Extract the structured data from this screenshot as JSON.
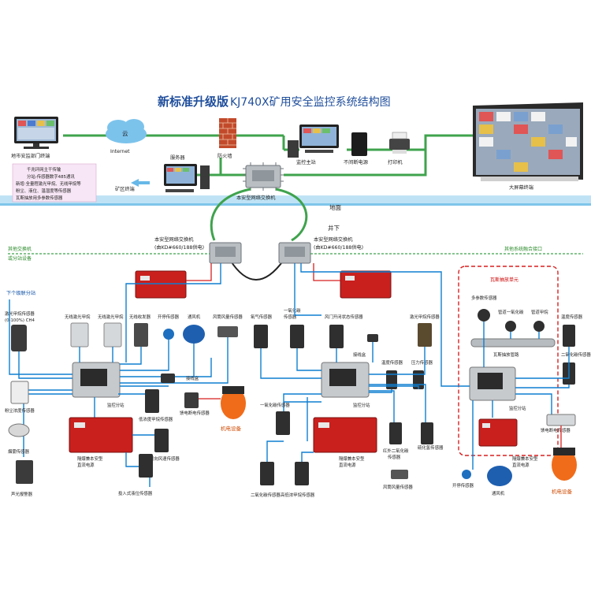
{
  "title": {
    "main": "新标准升级版",
    "sub": "KJ740X矿用安全监控系统结构图"
  },
  "surface": {
    "city_terminal": "地市安监部门终端",
    "internet_cloud": "云",
    "internet": "Internet",
    "firewall": "防火墙",
    "server": "服务器",
    "master_station": "监控主站",
    "ups": "不间断电源",
    "printer": "打印机",
    "big_screen": "大屏幕终端",
    "mine_terminal": "矿区终端",
    "switch_top": "本安型网络交换机",
    "ground": "地面",
    "underground": "井下",
    "note_lines": [
      "千兆环网主干传输",
      "分站-传感器数字485通讯",
      "新增:全量程激光甲烷、无线甲烷等",
      "粉尘、液位、温湿度等传感器",
      "瓦斯抽放用多参数传感器"
    ]
  },
  "underground": {
    "switch_left": [
      "本安型网络交换机",
      "(由KD#660/188供电)"
    ],
    "switch_right": [
      "本安型网络交换机",
      "(由KD#660/188供电)"
    ],
    "other_switch": [
      "其他交换机",
      "或分站设备"
    ],
    "other_system": "其他系统融合接口",
    "cascade": "下个级联分站",
    "gas_unit": "瓦斯抽放单元",
    "left_group": {
      "laser_ch4": [
        "激光甲烷传感器",
        "(0-100%) CH4"
      ],
      "wireless_1": "无线激光甲烷",
      "wireless_2": "无线激光甲烷",
      "wireless_tx": "无线收发器",
      "switch_sensor": "开停传感器",
      "fan": "通风机",
      "wind_sensor": "风筒风量传感器",
      "dust": "粉尘浓度传感器",
      "smoke": "烟雾传感器",
      "alarm": "声光报警器",
      "sub_station": "监控分站",
      "low_ch4": "低浓度甲烷传感器",
      "junction": "接线盒",
      "feed_sensor": "馈电断电传感器",
      "mech_equipment": "机电设备",
      "wind_dir": "双向风速传感器",
      "level": "投入式液位传感器",
      "power_supply": [
        "隔爆兼本安型",
        "直流电源"
      ]
    },
    "middle_group": {
      "oxygen": "氧气传感器",
      "co": [
        "一氧化碳",
        "传感器"
      ],
      "door_state": "风门开闭状态传感器",
      "laser_ch4": "激光甲烷传感器",
      "junction": "接线盒",
      "temp": "温度传感器",
      "pressure": "压力传感器",
      "co2": "一氧化碳传感器",
      "sub_station": "监控分站",
      "power_supply": [
        "隔爆兼本安型",
        "直流电源"
      ],
      "ir_co2": [
        "红外二氧化碳",
        "传感器"
      ],
      "h2s": "硫化氢传感器",
      "co2_sensor": "二氧化碳传感器",
      "high_ch4": "高低浓甲烷传感器",
      "wind_sensor": "风筒风量传感器"
    },
    "right_group": {
      "multi_param": "多参数传感器",
      "pipe_co": "管道一氧化碳",
      "pipe_ch4": "管道甲烷",
      "gas_pipe": "瓦斯抽放管路",
      "temp_sensor": "温度传感器",
      "co2_sensor": "二氧化碳传感器",
      "sub_station": "监控分站",
      "feed_sensor": "馈电断电传感器",
      "power_supply": [
        "隔爆兼本安型",
        "直流电源"
      ],
      "switch_sensor": "开停传感器",
      "fan": "通风机",
      "mech_equipment": "机电设备"
    }
  },
  "colors": {
    "green_line": "#3fa34d",
    "cable": "#0e7fd0",
    "red_box": "#c9201e",
    "title": "#1f4e9c",
    "water_band": "#bfe3f5"
  }
}
